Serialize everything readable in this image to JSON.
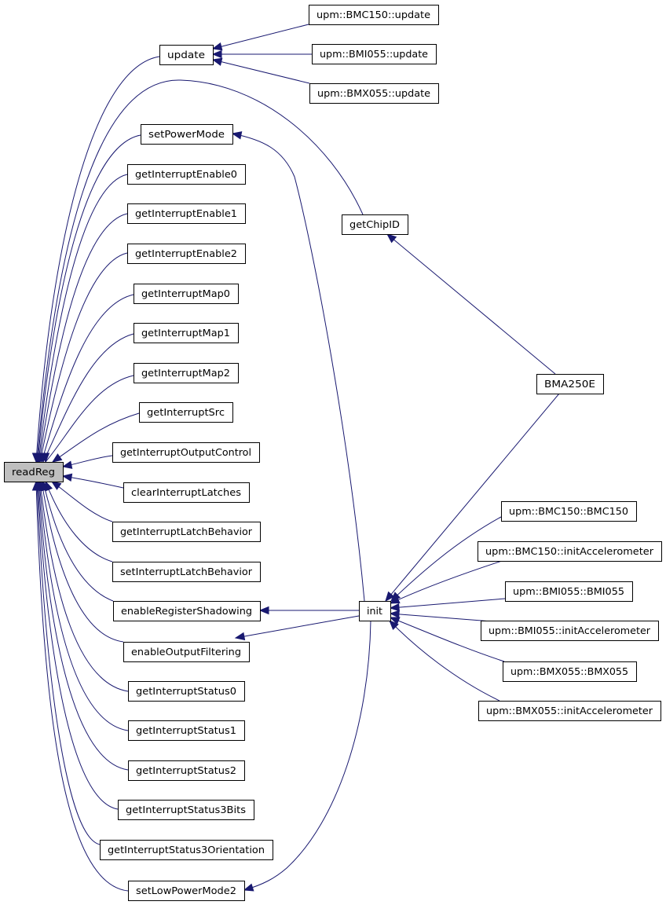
{
  "diagram": {
    "colors": {
      "edge": "#191970",
      "node_fill": "#ffffff",
      "root_fill": "#bfbfbf",
      "border": "#000000"
    },
    "nodes": {
      "readReg": "readReg",
      "update": "update",
      "bmc150_update": "upm::BMC150::update",
      "bmi055_update": "upm::BMI055::update",
      "bmx055_update": "upm::BMX055::update",
      "setPowerMode": "setPowerMode",
      "getInterruptEnable0": "getInterruptEnable0",
      "getInterruptEnable1": "getInterruptEnable1",
      "getInterruptEnable2": "getInterruptEnable2",
      "getInterruptMap0": "getInterruptMap0",
      "getInterruptMap1": "getInterruptMap1",
      "getInterruptMap2": "getInterruptMap2",
      "getInterruptSrc": "getInterruptSrc",
      "getInterruptOutputControl": "getInterruptOutputControl",
      "clearInterruptLatches": "clearInterruptLatches",
      "getInterruptLatchBehavior": "getInterruptLatchBehavior",
      "setInterruptLatchBehavior": "setInterruptLatchBehavior",
      "enableRegisterShadowing": "enableRegisterShadowing",
      "enableOutputFiltering": "enableOutputFiltering",
      "getInterruptStatus0": "getInterruptStatus0",
      "getInterruptStatus1": "getInterruptStatus1",
      "getInterruptStatus2": "getInterruptStatus2",
      "getInterruptStatus3Bits": "getInterruptStatus3Bits",
      "getInterruptStatus3Orientation": "getInterruptStatus3Orientation",
      "setLowPowerMode2": "setLowPowerMode2",
      "getChipID": "getChipID",
      "BMA250E": "BMA250E",
      "init": "init",
      "bmc150_ctor": "upm::BMC150::BMC150",
      "bmc150_initAcc": "upm::BMC150::initAccelerometer",
      "bmi055_ctor": "upm::BMI055::BMI055",
      "bmi055_initAcc": "upm::BMI055::initAccelerometer",
      "bmx055_ctor": "upm::BMX055::BMX055",
      "bmx055_initAcc": "upm::BMX055::initAccelerometer"
    },
    "edges": [
      [
        "update",
        "readReg"
      ],
      [
        "getChipID",
        "readReg"
      ],
      [
        "setPowerMode",
        "readReg"
      ],
      [
        "getInterruptEnable0",
        "readReg"
      ],
      [
        "getInterruptEnable1",
        "readReg"
      ],
      [
        "getInterruptEnable2",
        "readReg"
      ],
      [
        "getInterruptMap0",
        "readReg"
      ],
      [
        "getInterruptMap1",
        "readReg"
      ],
      [
        "getInterruptMap2",
        "readReg"
      ],
      [
        "getInterruptSrc",
        "readReg"
      ],
      [
        "getInterruptOutputControl",
        "readReg"
      ],
      [
        "clearInterruptLatches",
        "readReg"
      ],
      [
        "getInterruptLatchBehavior",
        "readReg"
      ],
      [
        "setInterruptLatchBehavior",
        "readReg"
      ],
      [
        "enableRegisterShadowing",
        "readReg"
      ],
      [
        "enableOutputFiltering",
        "readReg"
      ],
      [
        "getInterruptStatus0",
        "readReg"
      ],
      [
        "getInterruptStatus1",
        "readReg"
      ],
      [
        "getInterruptStatus2",
        "readReg"
      ],
      [
        "getInterruptStatus3Bits",
        "readReg"
      ],
      [
        "getInterruptStatus3Orientation",
        "readReg"
      ],
      [
        "setLowPowerMode2",
        "readReg"
      ],
      [
        "bmc150_update",
        "update"
      ],
      [
        "bmi055_update",
        "update"
      ],
      [
        "bmx055_update",
        "update"
      ],
      [
        "init",
        "setPowerMode"
      ],
      [
        "init",
        "enableRegisterShadowing"
      ],
      [
        "init",
        "enableOutputFiltering"
      ],
      [
        "init",
        "setLowPowerMode2"
      ],
      [
        "BMA250E",
        "getChipID"
      ],
      [
        "BMA250E",
        "init"
      ],
      [
        "bmc150_ctor",
        "init"
      ],
      [
        "bmc150_initAcc",
        "init"
      ],
      [
        "bmi055_ctor",
        "init"
      ],
      [
        "bmi055_initAcc",
        "init"
      ],
      [
        "bmx055_ctor",
        "init"
      ],
      [
        "bmx055_initAcc",
        "init"
      ]
    ]
  }
}
